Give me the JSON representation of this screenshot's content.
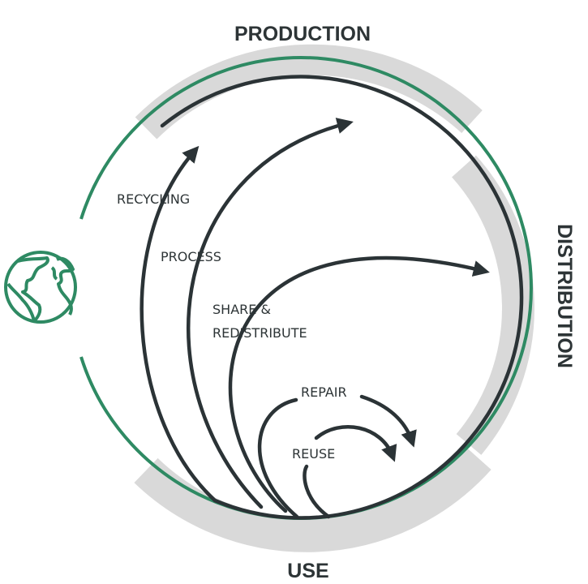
{
  "stages": {
    "production": "PRODUCTION",
    "distribution": "DISTRIBUTION",
    "use": "USE"
  },
  "loops": {
    "recycling": "RECYCLING",
    "process": "PROCESS",
    "share_line1": "SHARE &",
    "share_line2": "REDISTRIBUTE",
    "repair": "REPAIR",
    "reuse": "REUSE"
  },
  "colors": {
    "green": "#2e8a63",
    "dark": "#2b3336",
    "band": "#d9d9d9"
  },
  "icons": {
    "earth": "globe-icon"
  }
}
